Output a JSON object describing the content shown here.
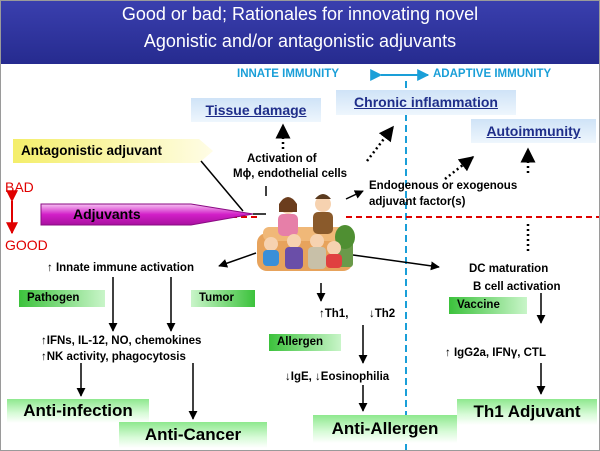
{
  "header": {
    "line1": "Good or bad; Rationales for innovating novel",
    "line2": "Agonistic and/or antagonistic adjuvants"
  },
  "axis": {
    "innate": "INNATE  IMMUNITY",
    "adaptive": "ADAPTIVE  IMMUNITY",
    "bad": "BAD",
    "good": "GOOD"
  },
  "top_boxes": {
    "tissue_damage": "Tissue damage",
    "chronic_inflammation": "Chronic inflammation",
    "autoimmunity": "Autoimmunity"
  },
  "antagonistic_adjuvant": "Antagonistic adjuvant",
  "adjuvants": "Adjuvants",
  "activation_line1": "Activation of",
  "activation_line2": "Mϕ, endothelial cells",
  "endogenous_line1": "Endogenous or exogenous",
  "endogenous_line2": "adjuvant factor(s)",
  "innate_activation": "Innate immune activation",
  "dc_line1": "DC maturation",
  "dc_line2": "B cell activation",
  "labels": {
    "pathogen": "Pathogen",
    "tumor": "Tumor",
    "vaccine": "Vaccine",
    "allergen": "Allergen"
  },
  "th1": "Th1,",
  "th2": "Th2",
  "ifn_line1": "IFNs, IL-12, NO, chemokines",
  "ifn_line2": "NK activity, phagocytosis",
  "ige": "IgE,",
  "eosinophilia": "Eosinophilia",
  "igg": "IgG2a, IFNγ, CTL",
  "outcomes": {
    "anti_infection": "Anti-infection",
    "anti_cancer": "Anti-Cancer",
    "anti_allergen": "Anti-Allergen",
    "th1_adjuvant": "Th1 Adjuvant"
  },
  "colors": {
    "header_bg": "#2d3196",
    "axis_cyan": "#1a9fd8",
    "bad_red": "#e00000",
    "box_text_blue": "#1f2e8a",
    "outcome_green": "#8ee88e",
    "adjuvant_magenta": "#d21fc8"
  }
}
